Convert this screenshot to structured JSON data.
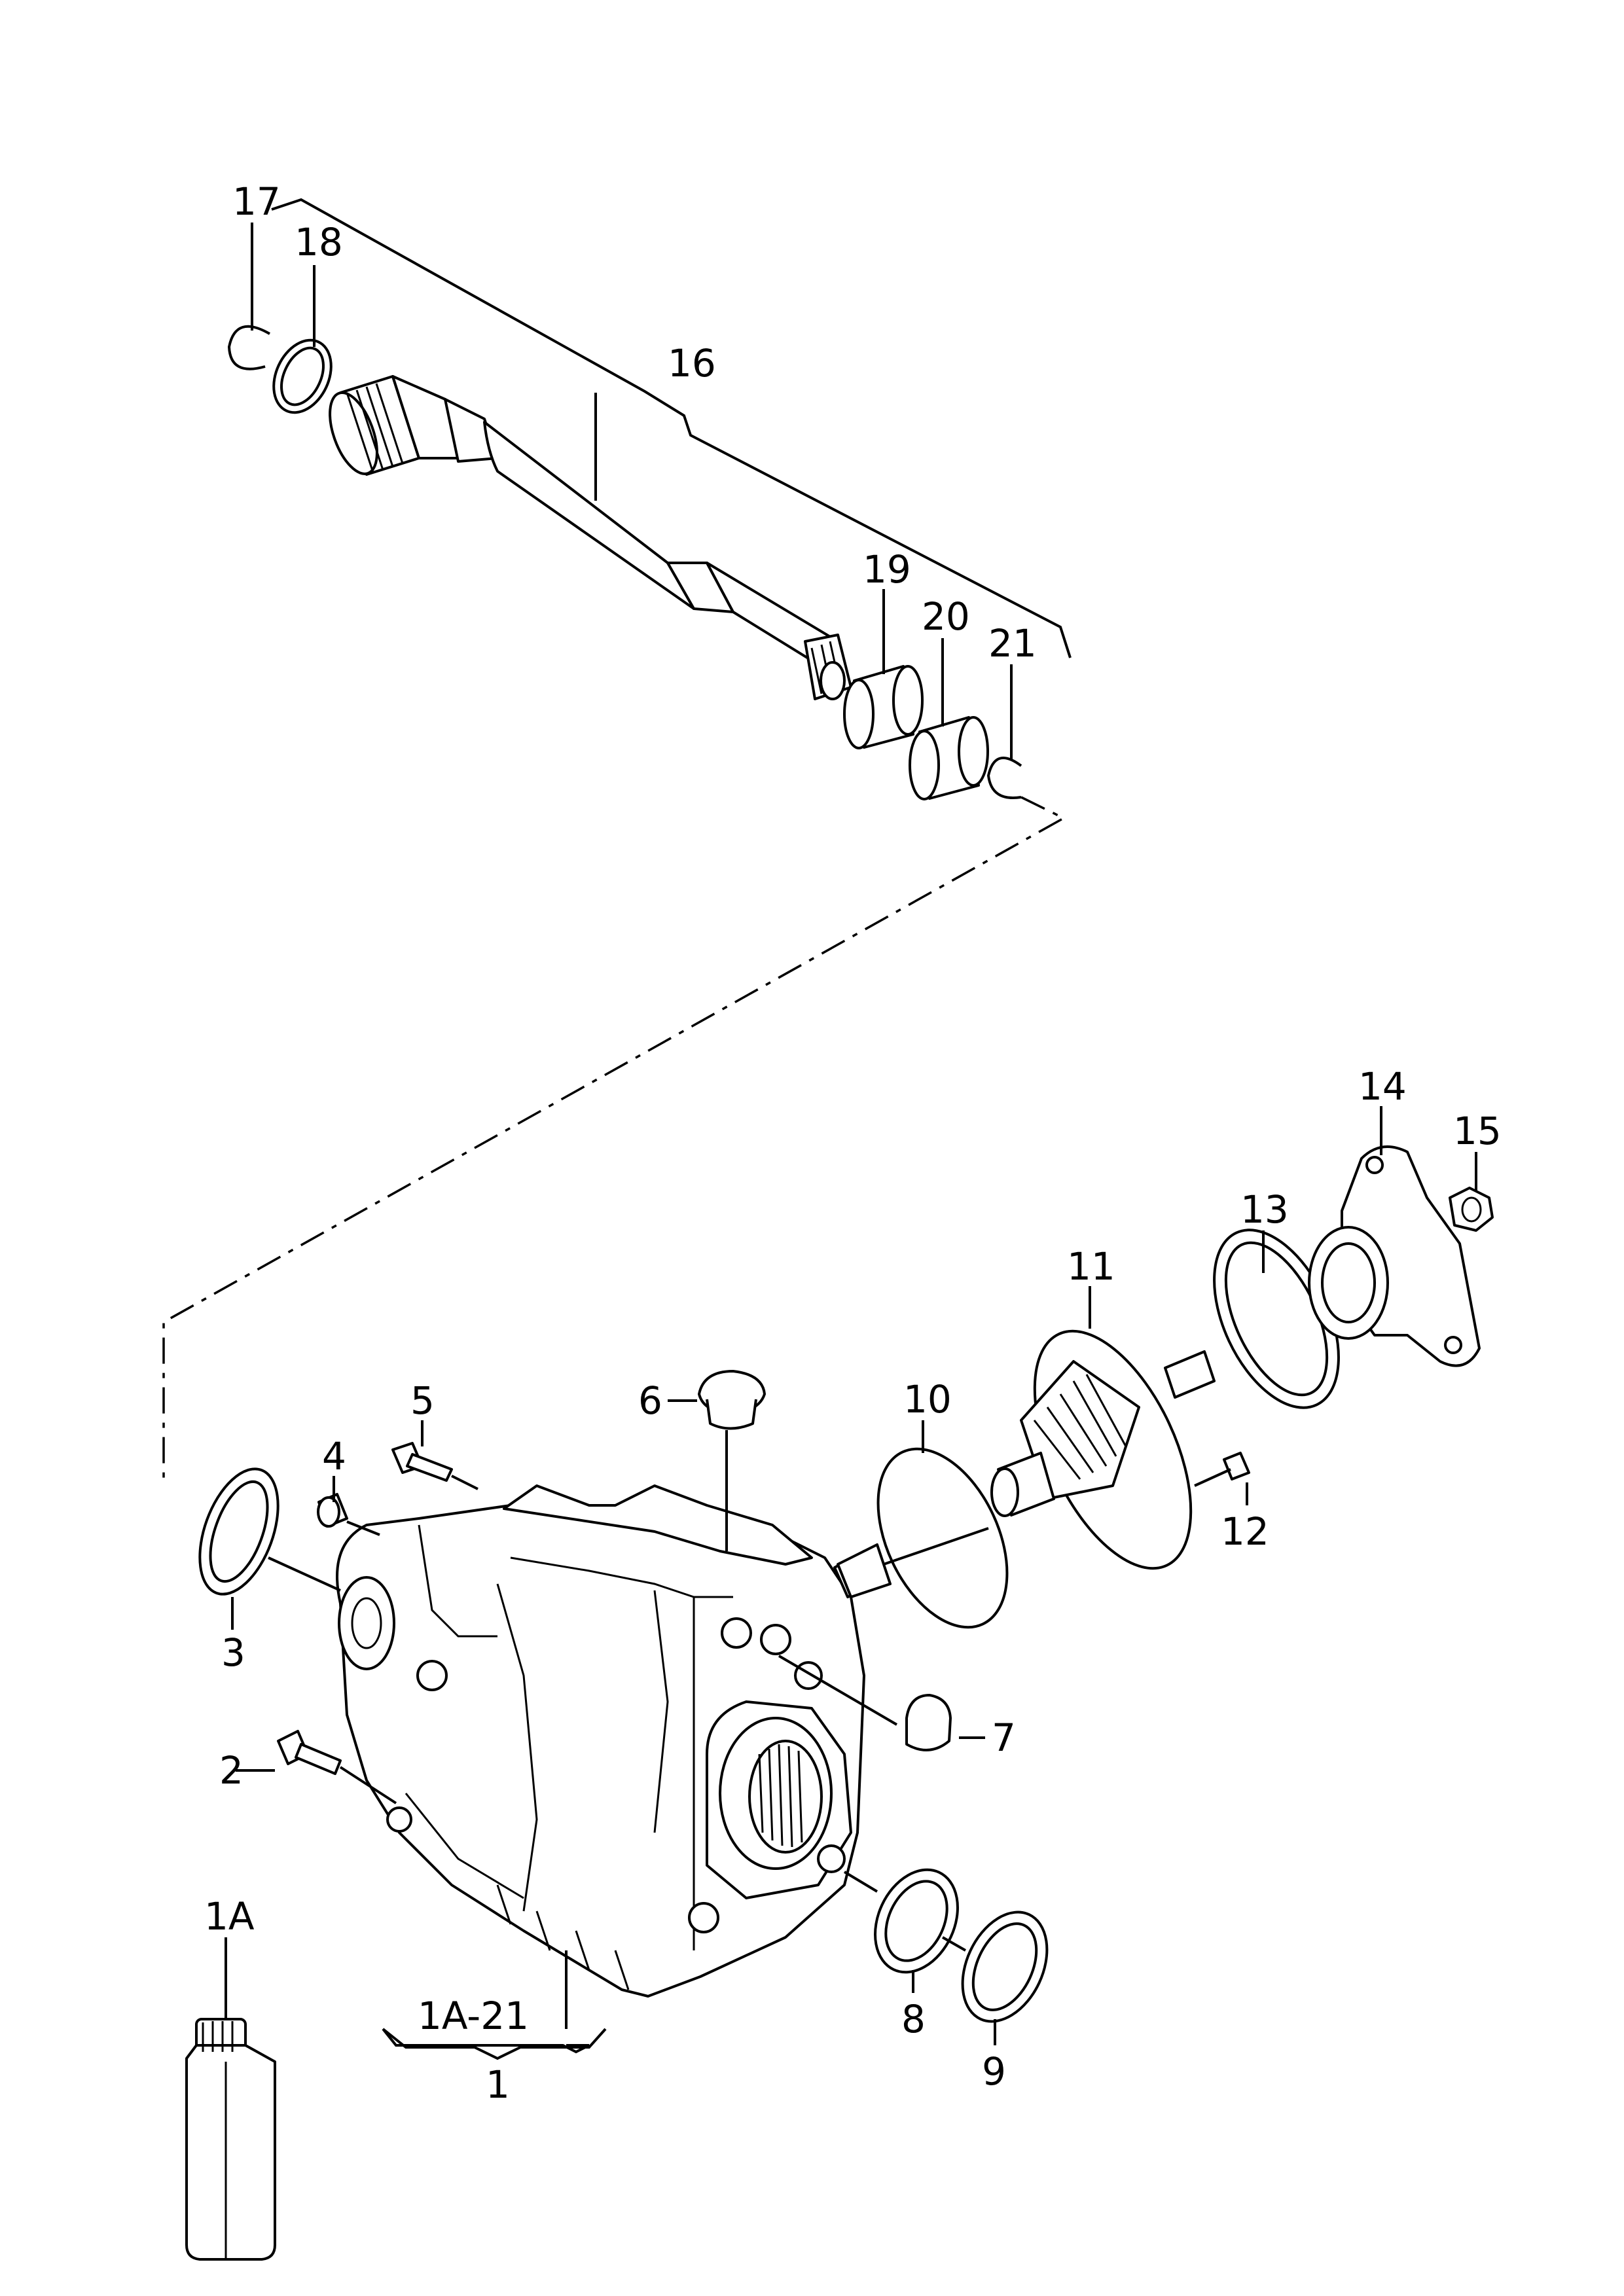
{
  "callouts": {
    "c1": "1",
    "c1a": "1A",
    "c1a21": "1A-21",
    "c2": "2",
    "c3": "3",
    "c4": "4",
    "c5": "5",
    "c6": "6",
    "c7": "7",
    "c8": "8",
    "c9": "9",
    "c10": "10",
    "c11": "11",
    "c12": "12",
    "c13": "13",
    "c14": "14",
    "c15": "15",
    "c16": "16",
    "c17": "17",
    "c18": "18",
    "c19": "19",
    "c20": "20",
    "c21": "21"
  },
  "colors": {
    "line": "#000000",
    "background": "#ffffff"
  }
}
